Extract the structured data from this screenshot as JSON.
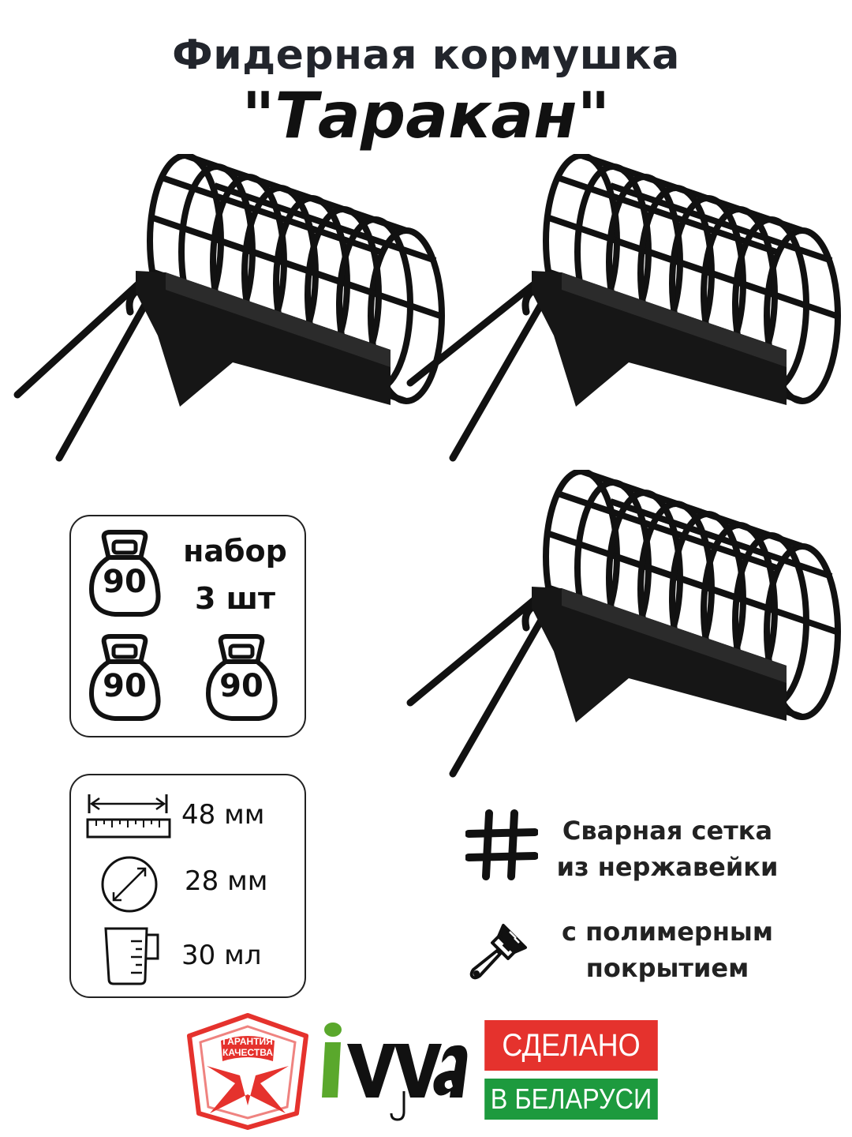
{
  "title": {
    "line1": "Фидерная кормушка",
    "line2": "\"Таракан\""
  },
  "set_info": {
    "weight": "90",
    "label_line1": "набор",
    "label_line2": "3 шт",
    "weight_icon": "kettlebell-icon"
  },
  "dimensions": [
    {
      "icon": "ruler-icon",
      "value": "48 мм"
    },
    {
      "icon": "diameter-icon",
      "value": "28 мм"
    },
    {
      "icon": "measuring-cup-icon",
      "value": "30 мл"
    }
  ],
  "features": [
    {
      "icon": "grid-icon",
      "line1": "Сварная сетка",
      "line2": "из нержавейки"
    },
    {
      "icon": "paint-brush-icon",
      "line1": "с полимерным",
      "line2": "покрытием"
    }
  ],
  "badges": {
    "quality_line1": "ГАРАНТИЯ",
    "quality_line2": "КАЧЕСТВА",
    "brand": "ivva",
    "made_line1": "СДЕЛАНО",
    "made_line2": "В БЕЛАРУСИ"
  },
  "colors": {
    "red": "#e5322d",
    "green": "#1d9a3e",
    "brand_green": "#5aa82c"
  }
}
